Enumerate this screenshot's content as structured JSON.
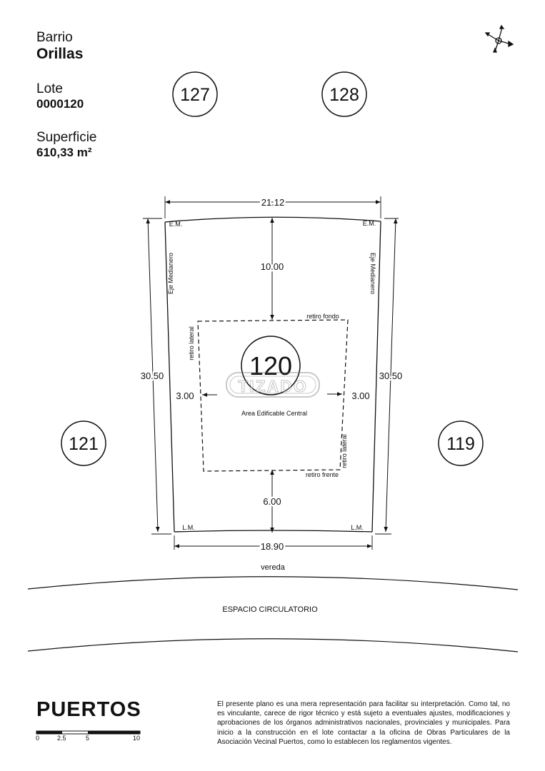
{
  "header": {
    "barrio_label": "Barrio",
    "barrio_name": "Orillas",
    "lote_label": "Lote",
    "lote_value": "0000120",
    "superficie_label": "Superficie",
    "superficie_value": "610,33 m²"
  },
  "compass": {
    "icon": "compass-rose-icon"
  },
  "neighbors": {
    "top_left": "127",
    "top_right": "128",
    "left": "121",
    "right": "119"
  },
  "lot": {
    "number": "120",
    "watermark": "TIZADO",
    "top_width": "21.12",
    "bottom_width": "18.90",
    "left_depth": "30.50",
    "right_depth": "30.50",
    "back_setback": "10.00",
    "front_setback": "6.00",
    "left_setback": "3.00",
    "right_setback": "3.00",
    "em_left": "E.M.",
    "em_right": "E.M.",
    "lm_left": "L.M.",
    "lm_right": "L.M.",
    "eje_left": "Eje Medianero",
    "eje_right": "Eje Medianero",
    "retiro_fondo": "retiro fondo",
    "retiro_frente": "retiro frente",
    "retiro_lateral_left": "retiro lateral",
    "retiro_lateral_right": "retiro lateral",
    "area_label": "Area Edificable Central"
  },
  "street": {
    "vereda": "vereda",
    "espacio": "ESPACIO CIRCULATORIO"
  },
  "footer": {
    "brand": "PUERTOS",
    "scale_ticks": [
      "0",
      "2.5",
      "5",
      "10"
    ],
    "disclaimer": "El presente plano es una mera representación para facilitar su interpretación. Como tal, no es vinculante, carece de rigor técnico y está sujeto a eventuales ajustes, modificaciones y aprobaciones de los órganos administrativos nacionales, provinciales y municipales. Para inicio a la construcción en el lote contactar a la oficina de Obras Particulares de la Asociación Vecinal Puertos, como lo establecen los reglamentos vigentes."
  }
}
